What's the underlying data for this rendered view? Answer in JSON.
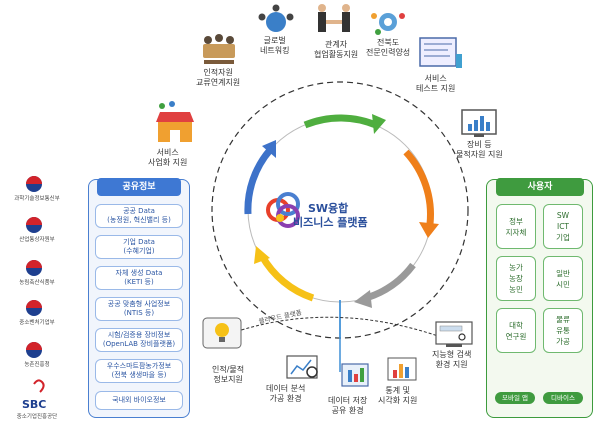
{
  "center": {
    "line1": "SW융합",
    "line2": "비즈니스 플랫폼"
  },
  "cloud_label": "클라우드 플랫폼",
  "services_top": [
    {
      "label": "인적자원\n교류연계지원",
      "icon": "meeting-people-icon"
    },
    {
      "label": "글로벌\n네트워킹",
      "icon": "globe-network-icon"
    },
    {
      "label": "관계자\n협업활동지원",
      "icon": "handshake-icon"
    },
    {
      "label": "전북도\n전문인력양성",
      "icon": "gear-people-icon"
    },
    {
      "label": "서비스\n테스트 지원",
      "icon": "document-test-icon"
    },
    {
      "label": "장비 등\n물적자원 지원",
      "icon": "monitor-chart-icon"
    },
    {
      "label": "서비스\n사업화 지원",
      "icon": "shop-icon"
    }
  ],
  "services_bottom": [
    {
      "label": "인적/물적\n정보지원",
      "icon": "lightbulb-icon"
    },
    {
      "label": "데이터 분석\n가공 환경",
      "icon": "analysis-icon"
    },
    {
      "label": "데이터 저장\n공유 환경",
      "icon": "storage-icon"
    },
    {
      "label": "통계 및\n시각화 지원",
      "icon": "statistics-icon"
    },
    {
      "label": "지능형 검색\n환경 지원",
      "icon": "search-window-icon"
    }
  ],
  "share_panel": {
    "title": "공유정보",
    "items": [
      "공공 Data\n(농정원, 혁신밸리 등)",
      "기업 Data\n(수혜기업)",
      "자체 생성 Data\n(KETI 등)",
      "공공 맞춤형 사업정보\n(NTIS 등)",
      "시험/검증용 장비정보\n(OpenLAB 장비플랫폼)",
      "우수스마트팜농가정보\n(전북 생생마을 등)",
      "국내외 바이오정보"
    ]
  },
  "agencies": [
    "과학기술정보통신부",
    "산업통상자원부",
    "농림축산식품부",
    "중소벤처기업부",
    "농촌진흥청",
    "중소기업진흥공단"
  ],
  "sbc_logo": "SBC",
  "user_panel": {
    "title": "사용자",
    "items": [
      "정부\n지자체",
      "SW\nICT\n기업",
      "농가\n농장\n농민",
      "일반\n시민",
      "대학\n연구원",
      "물류\n유통\n가공"
    ],
    "buttons": [
      "모바일 앱",
      "디바이스"
    ]
  },
  "colors": {
    "share_blue": "#3e78d3",
    "user_green": "#3f9b3f",
    "arrow_green": "#4fae3f",
    "arrow_orange": "#ef7f1a",
    "arrow_gray": "#9a9a9a",
    "arrow_yellow": "#f6c117",
    "arrow_blue": "#3d72c9"
  }
}
